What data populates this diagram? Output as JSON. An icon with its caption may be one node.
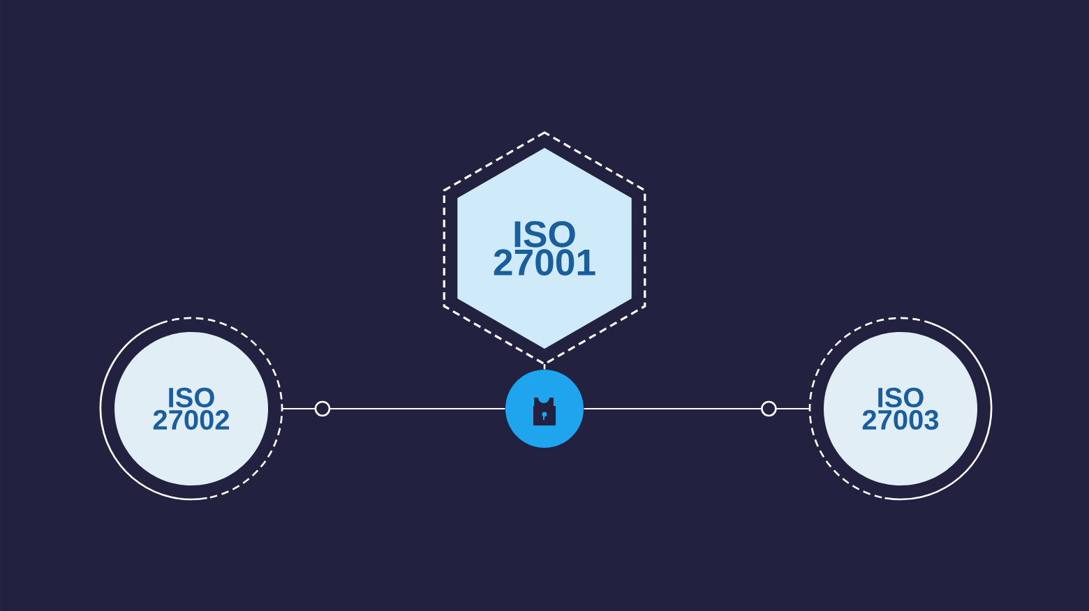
{
  "diagram": {
    "nodes": [
      {
        "text": [
          "ISO 27001"
        ]
      },
      {
        "text": [
          "ISO 27002"
        ]
      },
      {
        "text": [],
        "shape": "circle"
      },
      {
        "text": [
          "ISO 27003"
        ]
      }
    ],
    "edges": [
      {
        "from": 2,
        "to": 0,
        "arrow": "none"
      },
      {
        "from": 1,
        "to": 2,
        "arrow": "none"
      },
      {
        "from": 2,
        "to": 3,
        "arrow": "none"
      }
    ]
  }
}
